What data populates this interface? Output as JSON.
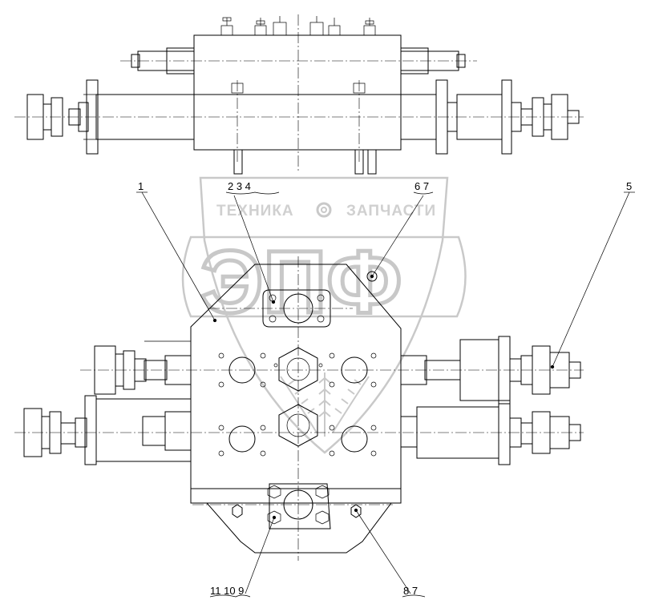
{
  "watermark": {
    "left_word": "ТЕХНИКА",
    "right_word": "ЗАПЧАСТИ",
    "logo": "ЭПФ",
    "gear_icon": "gear-icon"
  },
  "callouts": [
    {
      "id": "c1",
      "text": "1"
    },
    {
      "id": "c234",
      "text": "2  3  4"
    },
    {
      "id": "c67",
      "text": "6  7"
    },
    {
      "id": "c5",
      "text": "5"
    },
    {
      "id": "c11109",
      "text": "11 10 9"
    },
    {
      "id": "c87",
      "text": "8  7"
    }
  ]
}
